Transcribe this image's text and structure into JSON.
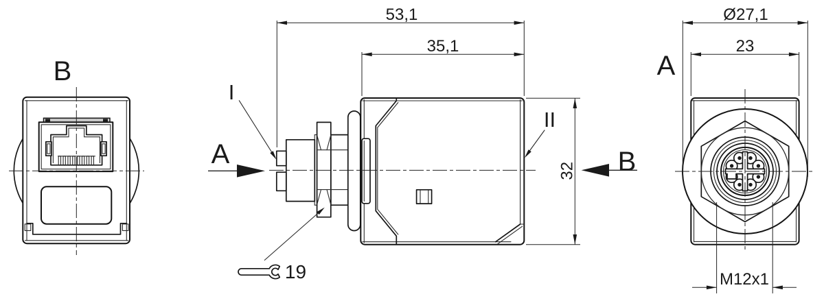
{
  "colors": {
    "line": "#1a1a1a",
    "background": "#ffffff"
  },
  "view_b": {
    "label": "B"
  },
  "side_view": {
    "dim_overall_length": "53,1",
    "dim_front_length": "35,1",
    "dim_height": "32",
    "detail_i_label": "I",
    "detail_ii_label": "II",
    "view_arrow_a_label": "A",
    "view_arrow_b_label": "B",
    "wrench_size_label": "19"
  },
  "view_a": {
    "label": "A",
    "dim_flange_diameter": "Ø27,1",
    "dim_body_width": "23",
    "dim_thread": "M12x1"
  }
}
